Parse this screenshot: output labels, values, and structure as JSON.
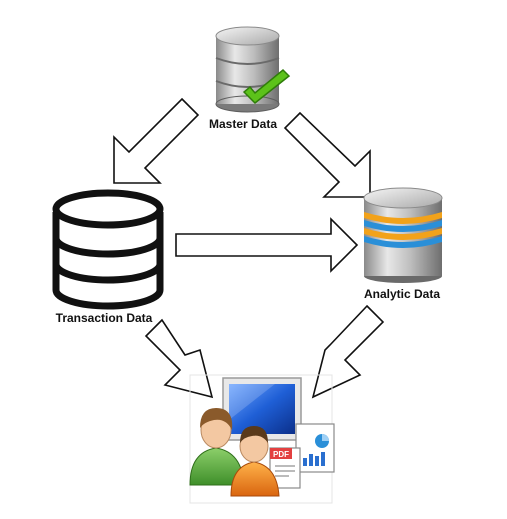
{
  "nodes": {
    "master": {
      "label": "Master Data",
      "icon": "database-check-icon"
    },
    "transaction": {
      "label": "Transaction Data",
      "icon": "database-outline-icon"
    },
    "analytic": {
      "label": "Analytic Data",
      "icon": "database-striped-icon"
    },
    "users": {
      "icon": "users-computer-reports-icon",
      "badge": "PDF"
    }
  },
  "edges": [
    {
      "from": "master",
      "to": "transaction"
    },
    {
      "from": "master",
      "to": "analytic"
    },
    {
      "from": "transaction",
      "to": "analytic"
    },
    {
      "from": "transaction",
      "to": "users"
    },
    {
      "from": "analytic",
      "to": "users"
    }
  ],
  "colors": {
    "check": "#5cc21a",
    "stripe_orange": "#f2a21a",
    "stripe_blue": "#2a8fd8",
    "screen_blue": "#1f5fd6"
  }
}
